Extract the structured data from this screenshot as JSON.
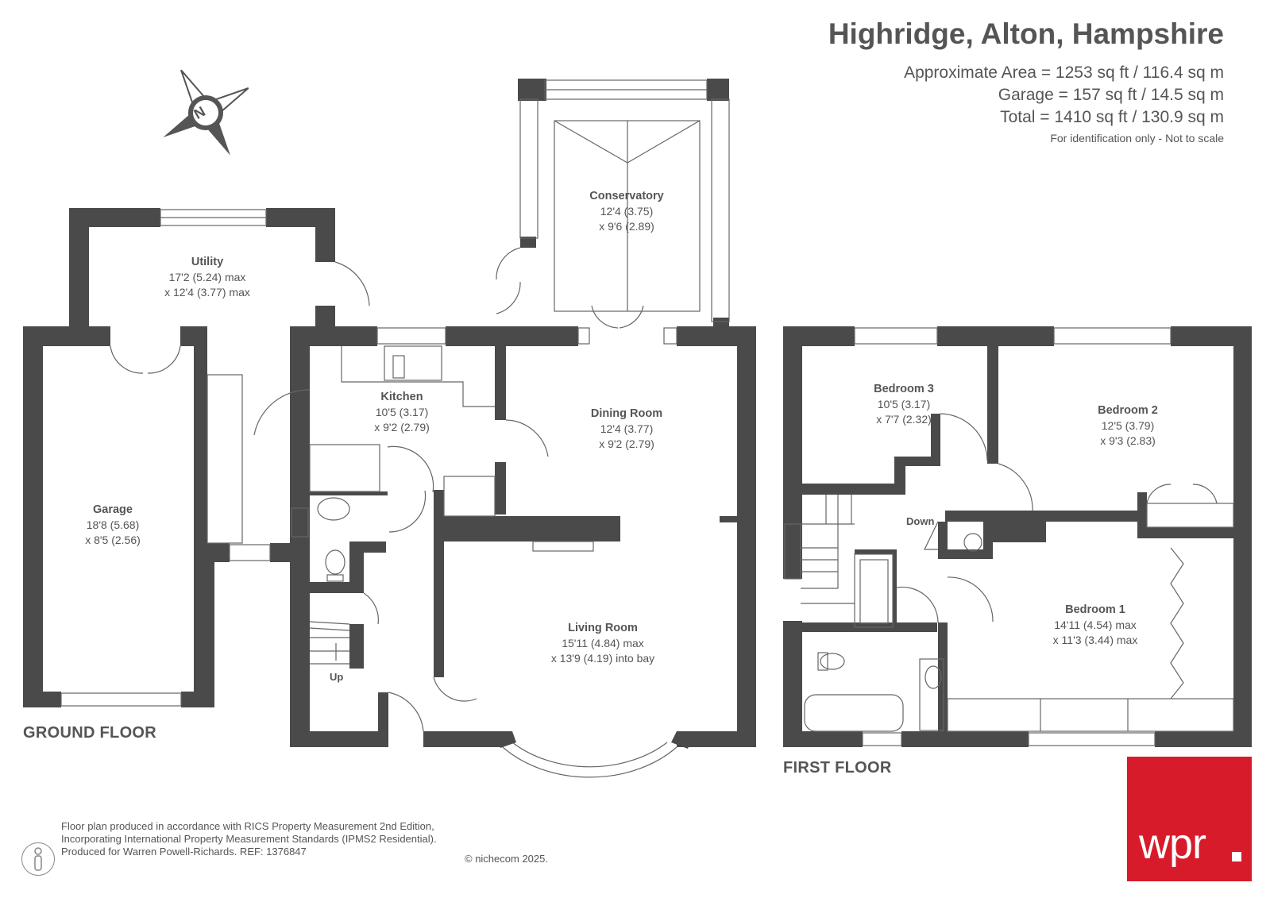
{
  "header": {
    "title": "Highridge, Alton, Hampshire",
    "area_approx": "Approximate Area = 1253 sq ft / 116.4 sq m",
    "area_garage": "Garage = 157 sq ft / 14.5 sq m",
    "area_total": "Total = 1410 sq ft / 130.9 sq m",
    "disclaimer": "For identification only - Not to scale"
  },
  "compass": {
    "label": "N"
  },
  "ground_floor": {
    "label": "GROUND FLOOR",
    "stair_label": "Up",
    "rooms": {
      "conservatory": {
        "name": "Conservatory",
        "dim1": "12'4 (3.75)",
        "dim2": "x 9'6 (2.89)"
      },
      "utility": {
        "name": "Utility",
        "dim1": "17'2 (5.24) max",
        "dim2": "x 12'4 (3.77) max"
      },
      "kitchen": {
        "name": "Kitchen",
        "dim1": "10'5 (3.17)",
        "dim2": "x 9'2 (2.79)"
      },
      "dining": {
        "name": "Dining Room",
        "dim1": "12'4 (3.77)",
        "dim2": "x 9'2 (2.79)"
      },
      "garage": {
        "name": "Garage",
        "dim1": "18'8 (5.68)",
        "dim2": "x 8'5 (2.56)"
      },
      "living": {
        "name": "Living Room",
        "dim1": "15'11 (4.84) max",
        "dim2": "x 13'9 (4.19) into bay"
      }
    }
  },
  "first_floor": {
    "label": "FIRST FLOOR",
    "stair_label": "Down",
    "rooms": {
      "bedroom3": {
        "name": "Bedroom 3",
        "dim1": "10'5 (3.17)",
        "dim2": "x 7'7 (2.32)"
      },
      "bedroom2": {
        "name": "Bedroom 2",
        "dim1": "12'5 (3.79)",
        "dim2": "x 9'3 (2.83)"
      },
      "bedroom1": {
        "name": "Bedroom 1",
        "dim1": "14'11 (4.54) max",
        "dim2": "x 11'3 (3.44) max"
      }
    }
  },
  "footer": {
    "line1": "Floor plan produced in accordance with RICS Property Measurement 2nd Edition,",
    "line2": "Incorporating International Property Measurement Standards (IPMS2 Residential).",
    "line3": "Produced for Warren Powell-Richards.   REF: 1376847",
    "copyright": "© nichecom 2025."
  },
  "logo": {
    "text": "wpr",
    "color": "#d71b2a"
  },
  "colors": {
    "wall": "#4a4a4a",
    "line": "#666666"
  }
}
